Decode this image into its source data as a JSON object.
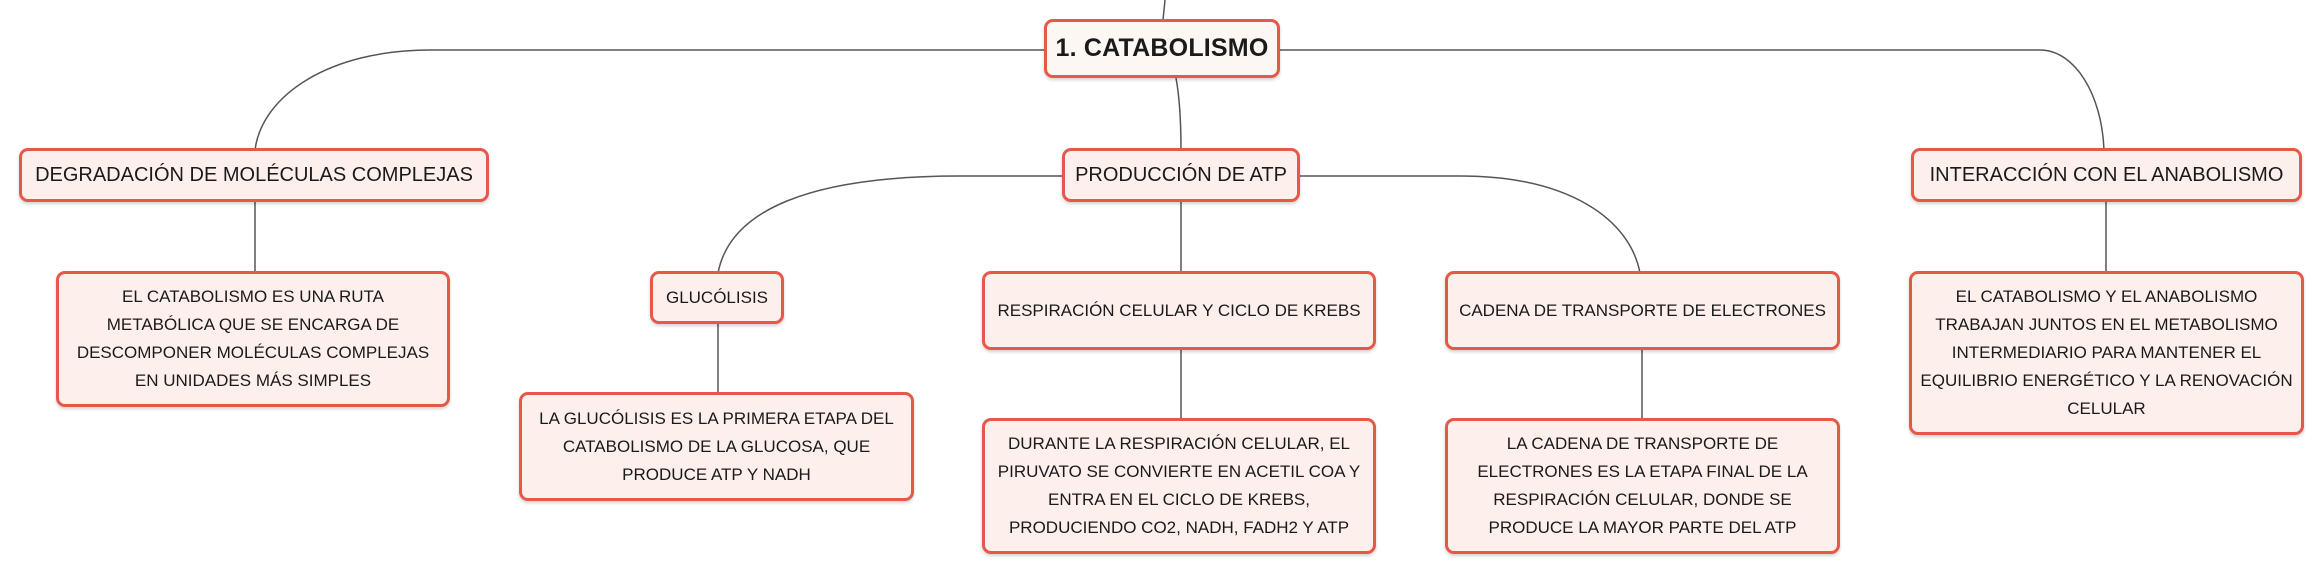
{
  "map": {
    "root": "1. CATABOLISMO",
    "branches": {
      "degradacion": {
        "title": "DEGRADACIÓN DE MOLÉCULAS COMPLEJAS",
        "detail": "EL CATABOLISMO ES UNA RUTA METABÓLICA QUE SE ENCARGA DE DESCOMPONER MOLÉCULAS COMPLEJAS EN UNIDADES MÁS SIMPLES"
      },
      "produccion": {
        "title": "PRODUCCIÓN DE ATP",
        "children": {
          "glucolisis": {
            "title": "GLUCÓLISIS",
            "detail": "LA GLUCÓLISIS ES LA PRIMERA ETAPA DEL CATABOLISMO DE LA GLUCOSA, QUE PRODUCE ATP Y NADH"
          },
          "respiracion": {
            "title": "RESPIRACIÓN CELULAR Y CICLO DE KREBS",
            "detail": "DURANTE LA RESPIRACIÓN CELULAR, EL PIRUVATO SE CONVIERTE EN ACETIL COA Y ENTRA EN EL CICLO DE KREBS, PRODUCIENDO CO2, NADH, FADH2 Y ATP"
          },
          "cadena": {
            "title": "CADENA DE TRANSPORTE DE ELECTRONES",
            "detail": "LA CADENA DE TRANSPORTE DE ELECTRONES ES LA ETAPA FINAL DE LA RESPIRACIÓN CELULAR, DONDE SE PRODUCE LA MAYOR PARTE DEL ATP"
          }
        }
      },
      "interaccion": {
        "title": "INTERACCIÓN CON EL ANABOLISMO",
        "detail": "EL CATABOLISMO Y EL ANABOLISMO TRABAJAN JUNTOS EN EL METABOLISMO INTERMEDIARIO PARA MANTENER EL EQUILIBRIO ENERGÉTICO Y LA RENOVACIÓN CELULAR"
      }
    }
  },
  "colors": {
    "node_border": "#e5584a",
    "node_fill": "#fdf0ec",
    "connector": "#555555"
  }
}
